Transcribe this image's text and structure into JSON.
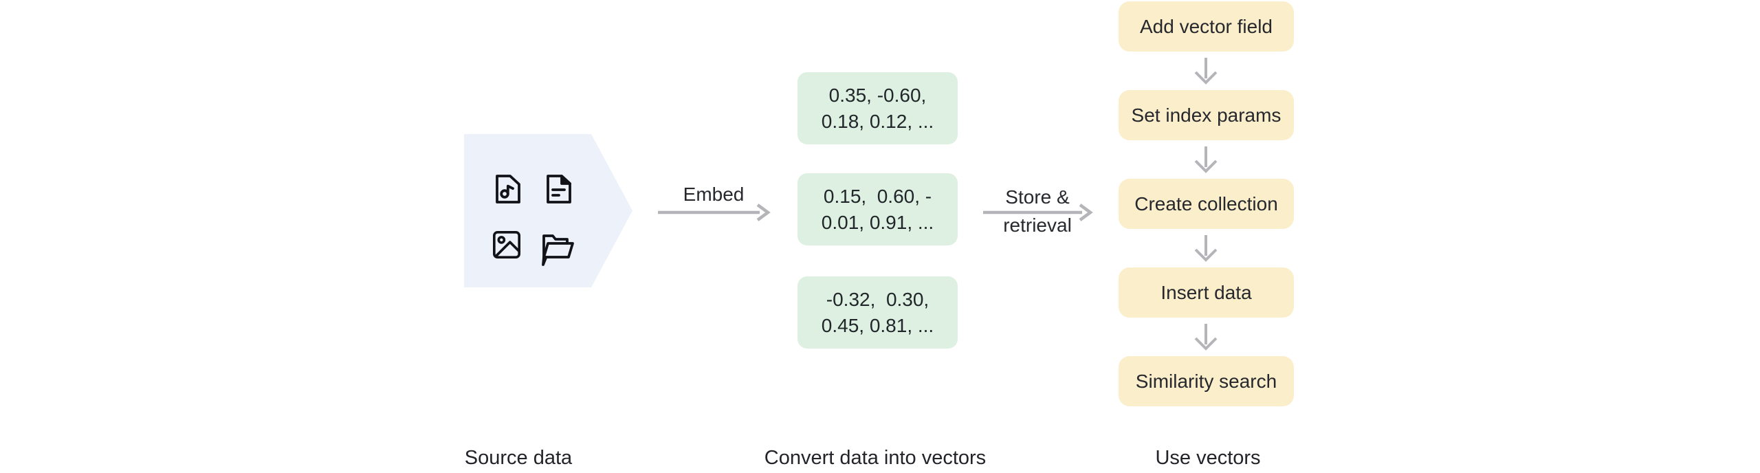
{
  "diagram": {
    "title_hidden": null,
    "source": {
      "label": "Source data",
      "icons": [
        "audio-file-icon",
        "text-file-icon",
        "image-icon",
        "folder-icon"
      ]
    },
    "embed_arrow": {
      "label": "Embed"
    },
    "store_arrow": {
      "label_line1": "Store &",
      "label_line2": "retrieval"
    },
    "vectors": {
      "label": "Convert data into vectors",
      "boxes": [
        {
          "line1": "0.35, -0.60,",
          "line2": "0.18, 0.12, ..."
        },
        {
          "line1": "0.15,  0.60, -",
          "line2": "0.01, 0.91, ..."
        },
        {
          "line1": "-0.32,  0.30,",
          "line2": "0.45, 0.81, ..."
        }
      ]
    },
    "steps": {
      "label": "Use vectors",
      "items": [
        "Add vector field",
        "Set index params",
        "Create collection",
        "Insert data",
        "Similarity search"
      ]
    },
    "colors": {
      "pentagon_bg": "#edf1fa",
      "vector_box_bg": "#def0e2",
      "step_box_bg": "#fbeecb",
      "arrow_gray": "#b5b5b9",
      "text": "#26282e"
    }
  }
}
